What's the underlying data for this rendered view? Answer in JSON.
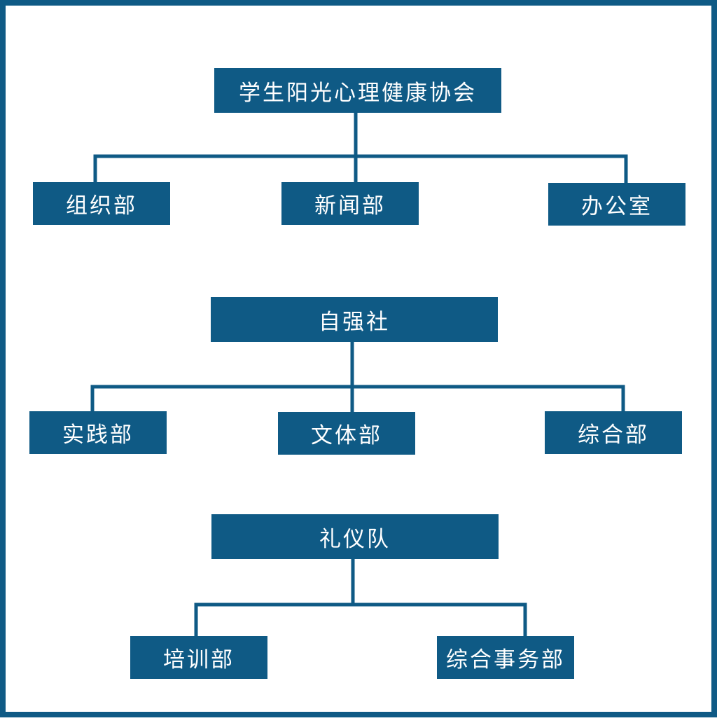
{
  "colors": {
    "box": "#0f5a85",
    "line": "#0f5a85",
    "text": "#ffffff",
    "background": "#ffffff"
  },
  "groups": [
    {
      "title": "学生阳光心理健康协会",
      "departments": [
        "组织部",
        "新闻部",
        "办公室"
      ]
    },
    {
      "title": "自强社",
      "departments": [
        "实践部",
        "文体部",
        "综合部"
      ]
    },
    {
      "title": "礼仪队",
      "departments": [
        "培训部",
        "综合事务部"
      ]
    }
  ]
}
